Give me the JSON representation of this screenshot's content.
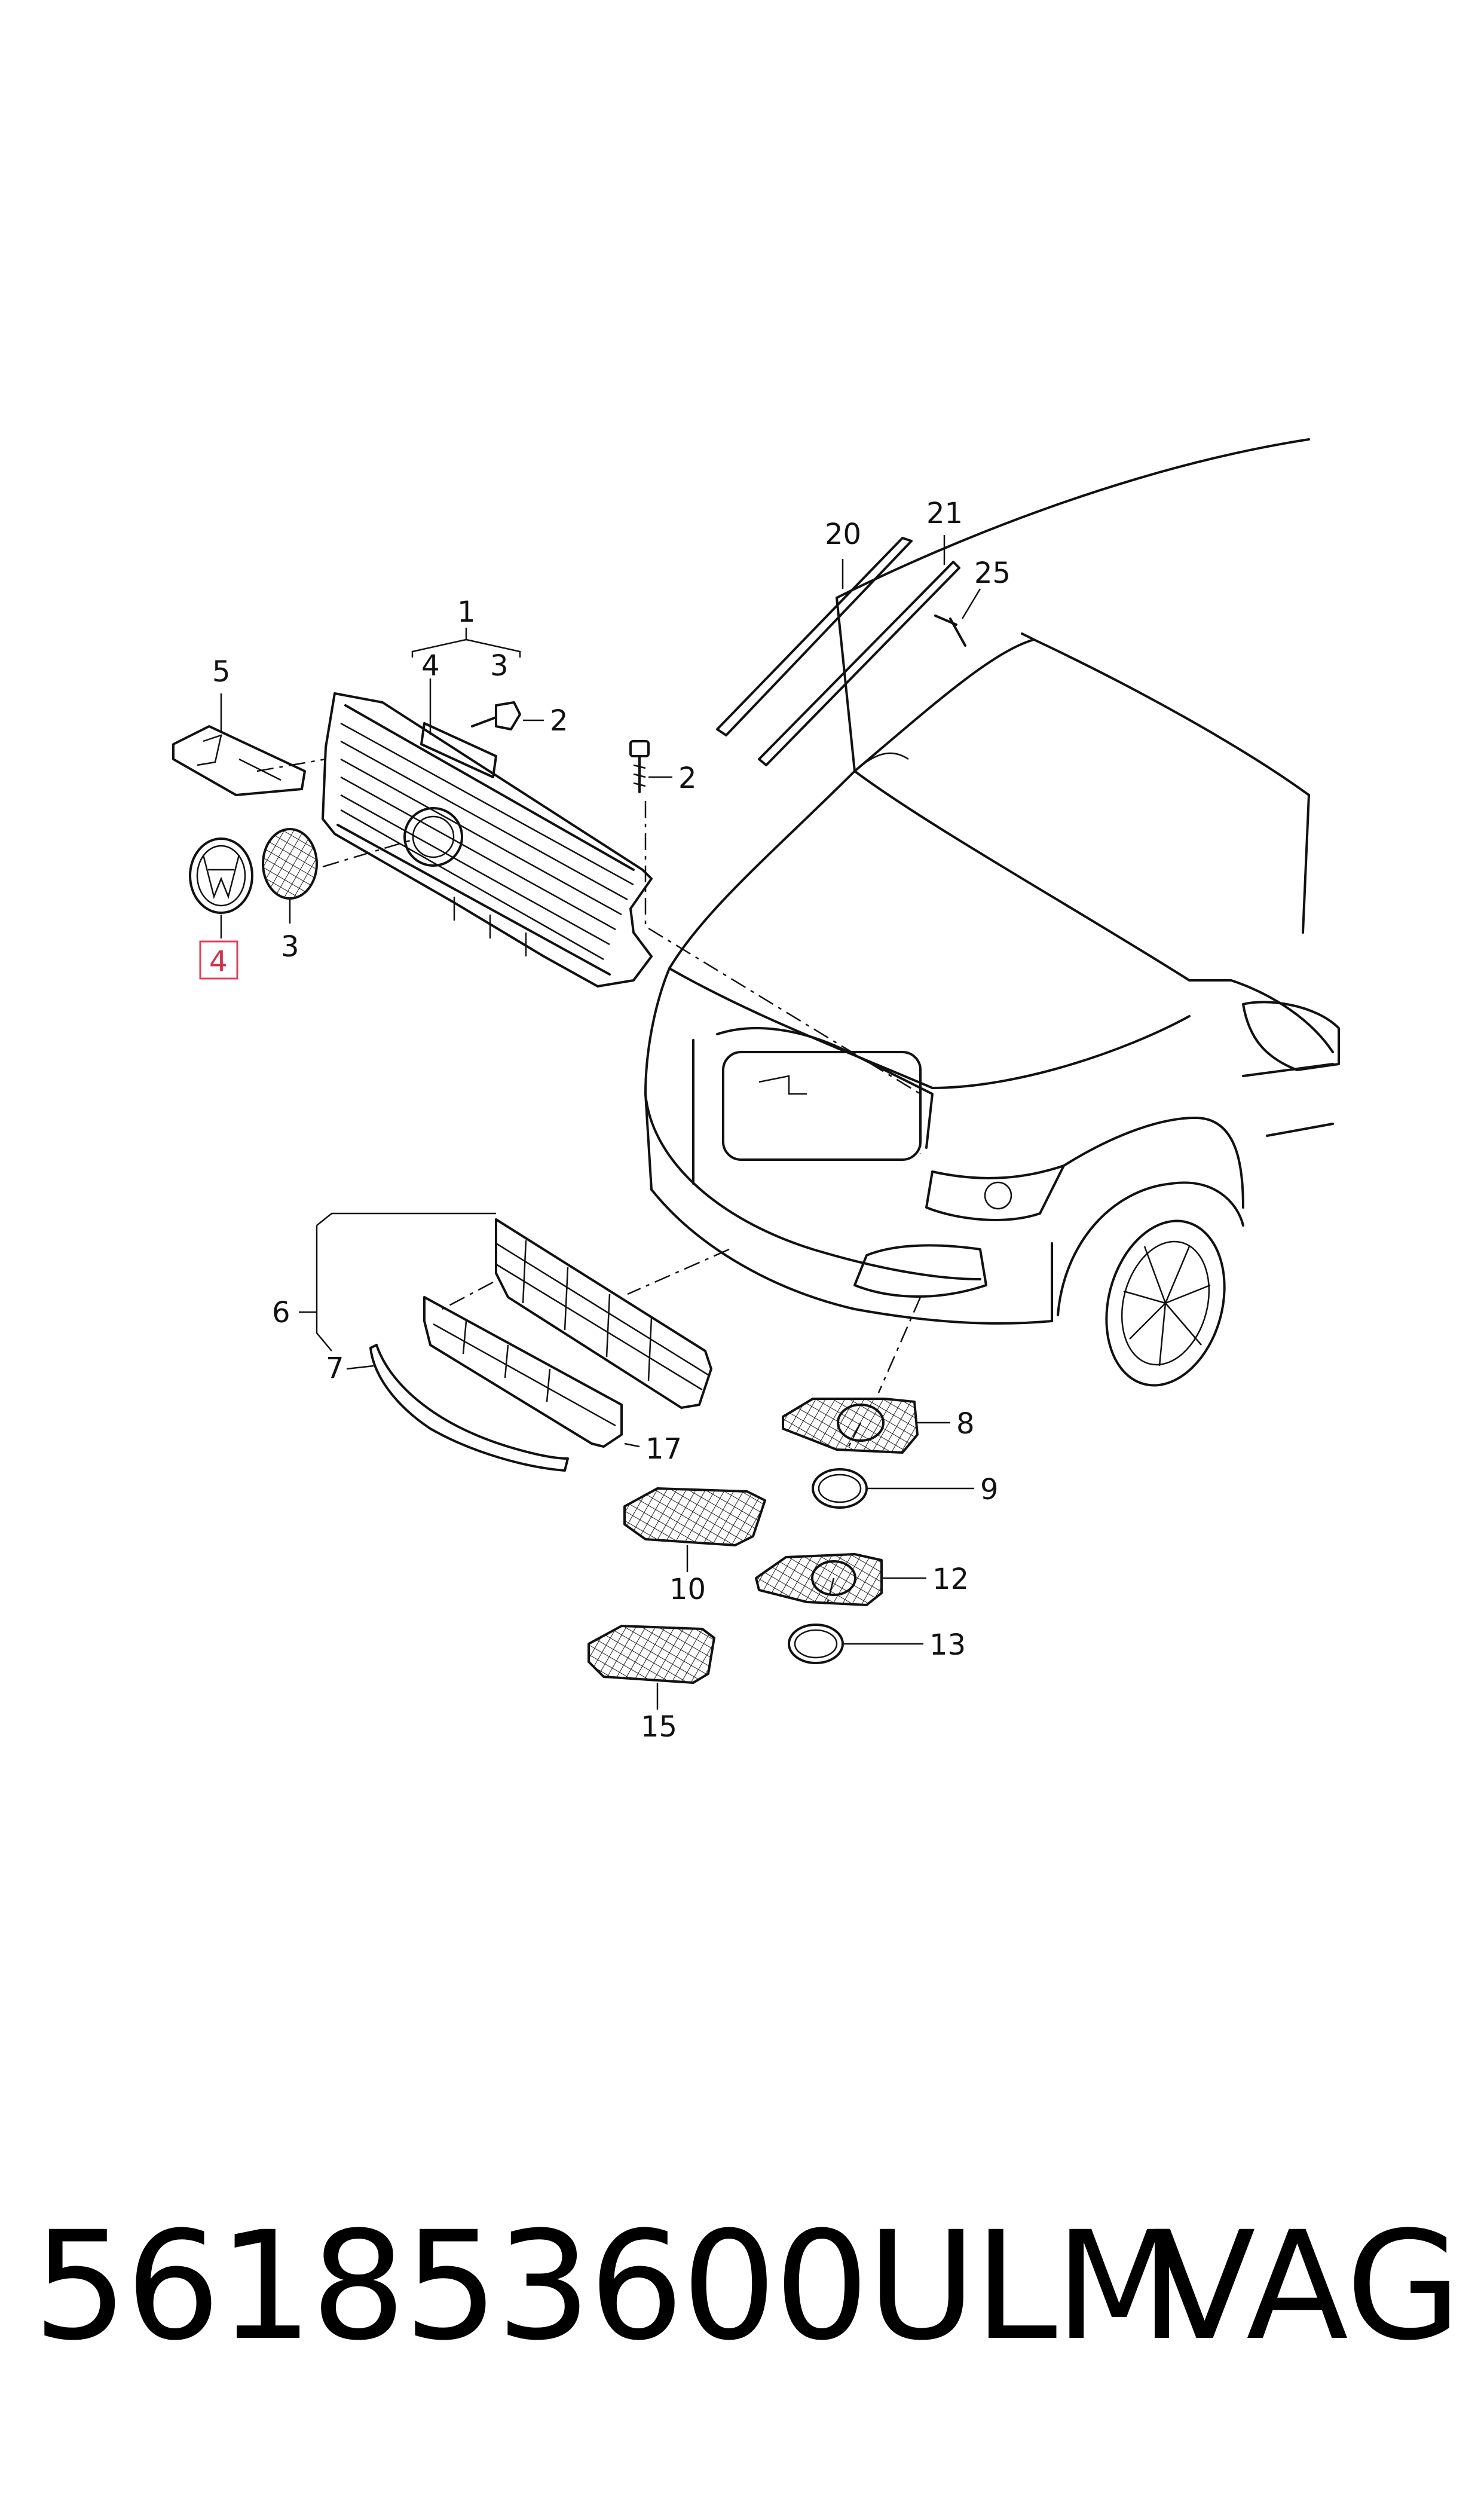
{
  "callouts": {
    "c1": "1",
    "c2a": "2",
    "c2b": "2",
    "c3a": "3",
    "c3b": "3",
    "c4a": "4",
    "c4b": "4",
    "c5": "5",
    "c6": "6",
    "c7": "7",
    "c8": "8",
    "c9": "9",
    "c10": "10",
    "c12": "12",
    "c13": "13",
    "c15": "15",
    "c17": "17",
    "c20": "20",
    "c21": "21",
    "c25": "25"
  },
  "footer": {
    "part_number": "561853600ULM",
    "brand": "VAG"
  },
  "highlight_color": "#e0405a"
}
